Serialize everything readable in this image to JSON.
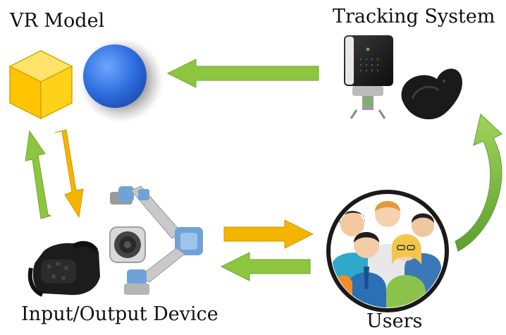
{
  "labels": {
    "vr_model": "VR Model",
    "tracking_system": "Tracking System",
    "io_device": "Input/Output Device",
    "users": "Users"
  },
  "colors": {
    "green_arrow": "#8cc63f",
    "orange_arrow": "#f5b400",
    "cube_face": "#ffd21a",
    "sphere": "#2f6fe0",
    "arc": "#7fc241"
  },
  "icons": [
    "cube-icon",
    "sphere-icon",
    "tracker-icon",
    "vr-controller-icon",
    "vr-headset-icon",
    "speaker-icon",
    "robot-arm-icon",
    "users-icon"
  ]
}
